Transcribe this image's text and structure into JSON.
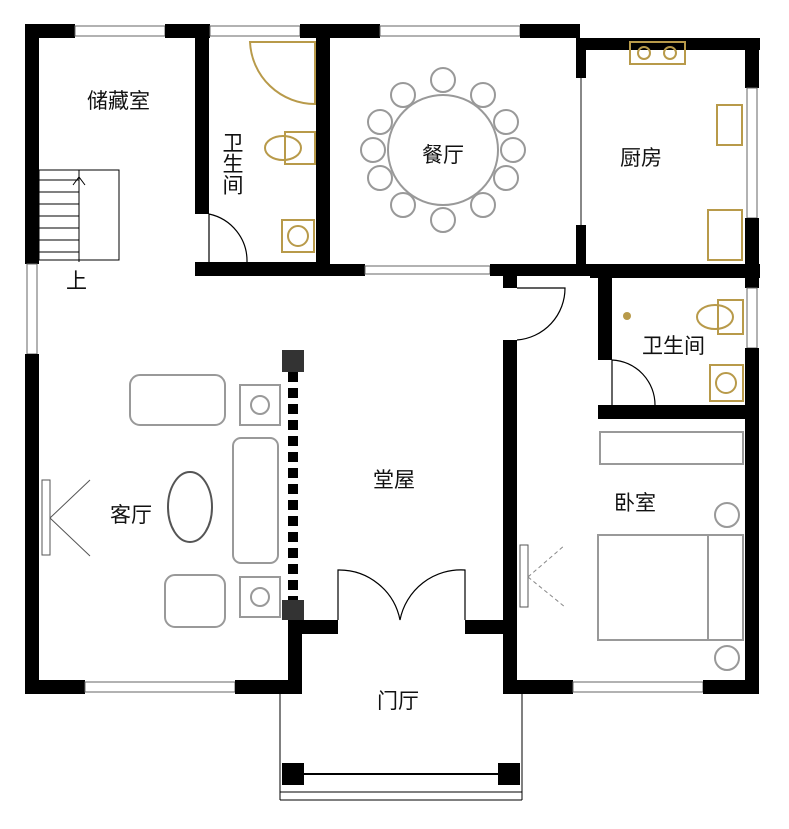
{
  "rooms": {
    "storage": "储藏室",
    "bathroom_1": "卫生间",
    "dining": "餐厅",
    "kitchen": "厨房",
    "stairs_up": "上",
    "bathroom_2": "卫生间",
    "main_hall": "堂屋",
    "living": "客厅",
    "bedroom": "卧室",
    "entry_hall": "门厅"
  },
  "colors": {
    "wall": "#000000",
    "furniture": "#999999",
    "fixtures": "#b89a4a"
  }
}
